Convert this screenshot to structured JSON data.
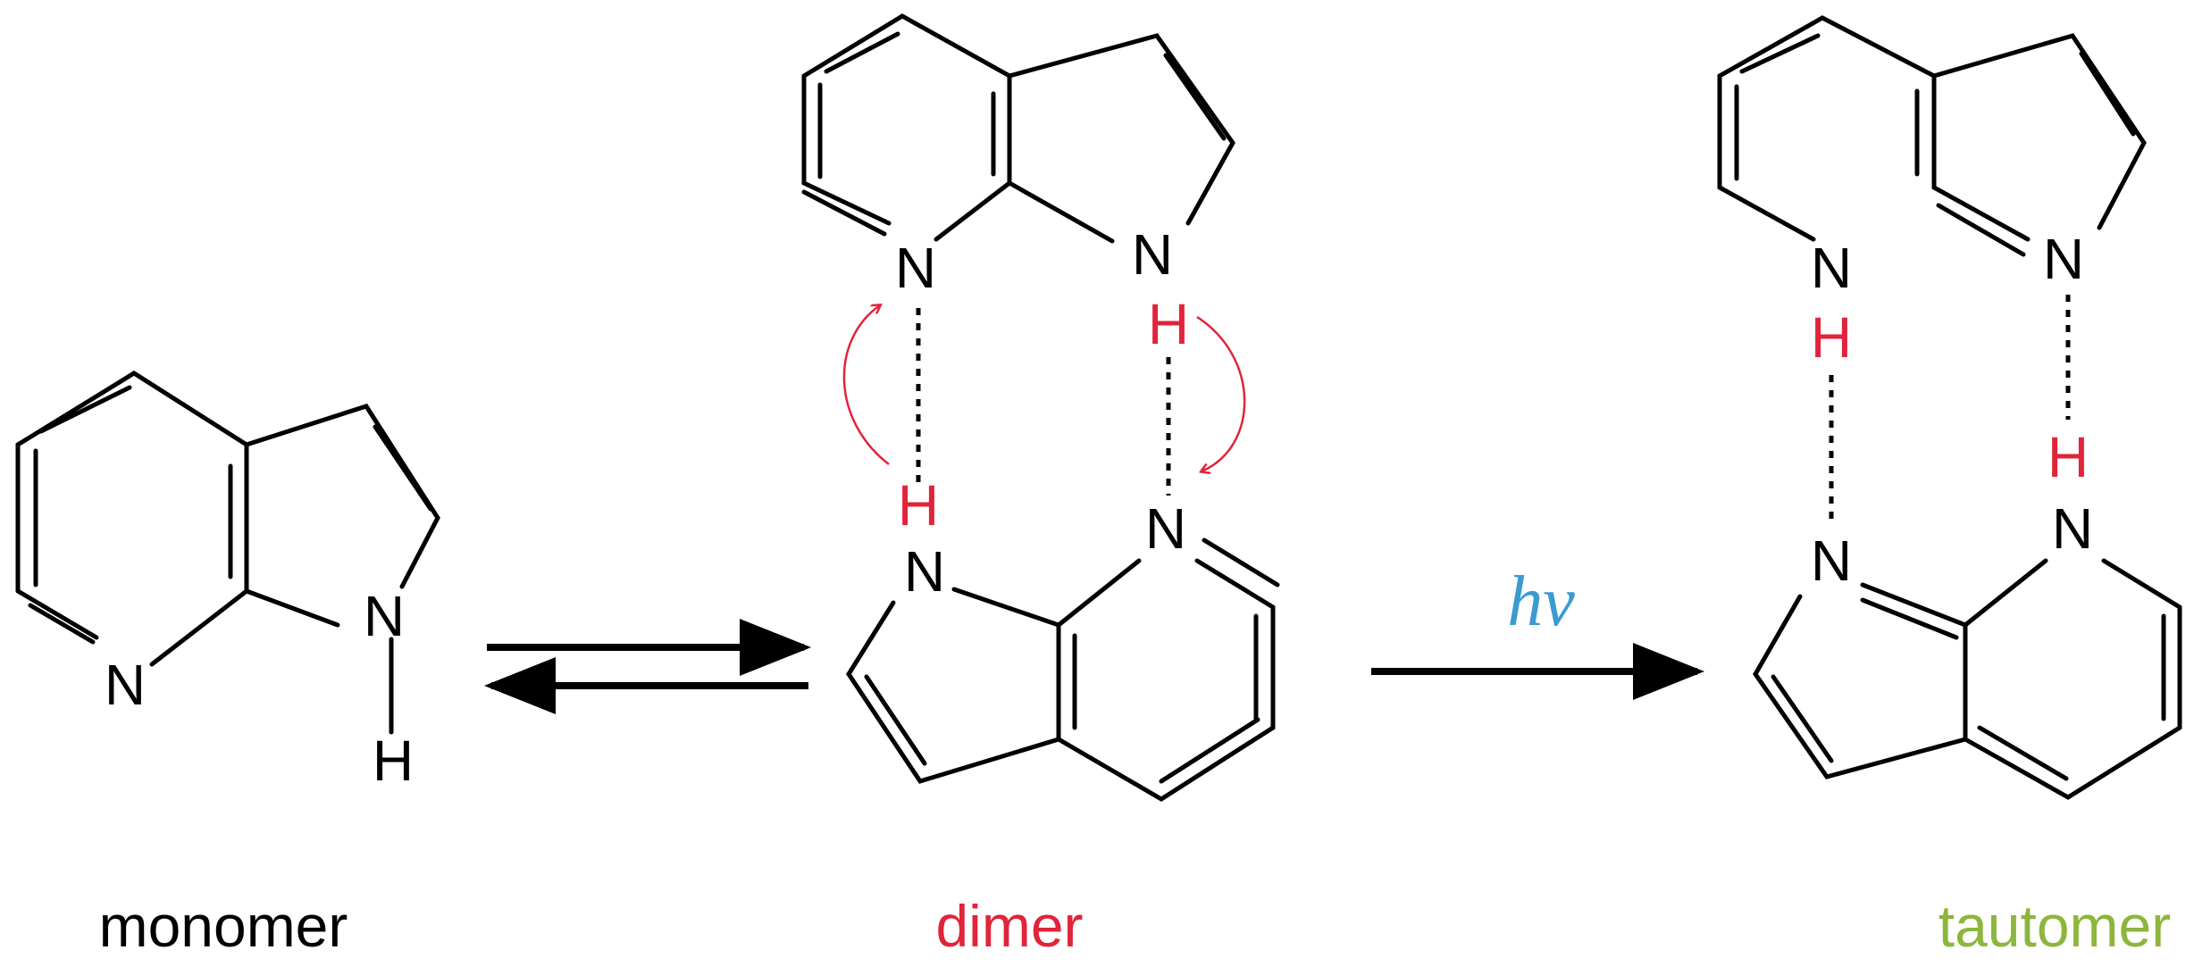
{
  "labels": {
    "monomer": "monomer",
    "dimer": "dimer",
    "tautomer": "tautomer"
  },
  "reaction": {
    "light": "hν"
  },
  "atoms": {
    "nitrogen": "N",
    "hydrogen": "H"
  },
  "colors": {
    "ink": "#000000",
    "proton": "#e0243a",
    "dimer_label": "#e0243a",
    "tautomer_label": "#8cb63c",
    "light_label": "#3a9bd0",
    "transfer_arrow": "#e0243a"
  }
}
